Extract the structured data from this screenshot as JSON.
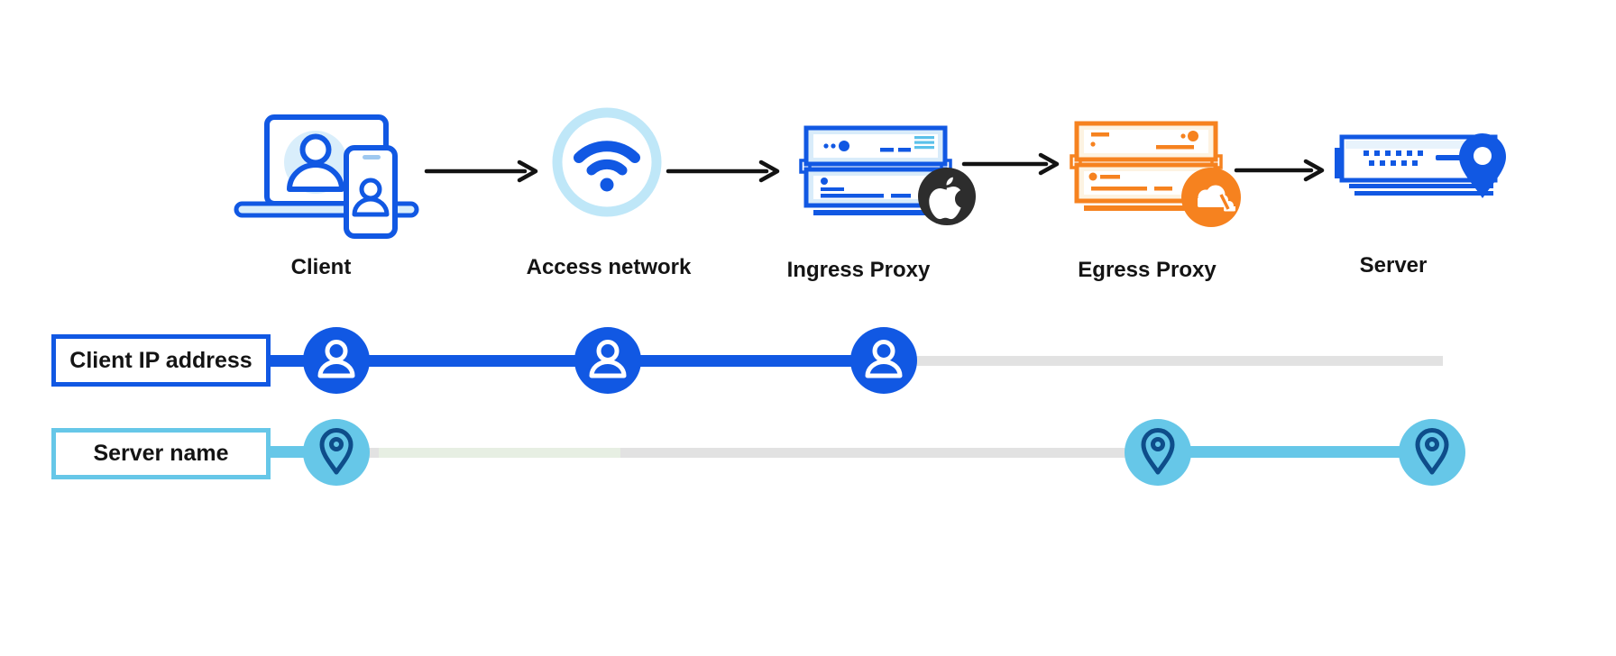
{
  "diagram": {
    "title_hint": "Request path with proxies",
    "flow_nodes": [
      {
        "label": "Client",
        "icon": "laptop-phone-user-icon"
      },
      {
        "label": "Access network",
        "icon": "wifi-icon"
      },
      {
        "label": "Ingress Proxy",
        "icon": "server-stack-blue-icon",
        "badge": "apple-logo-badge"
      },
      {
        "label": "Egress Proxy",
        "icon": "server-stack-orange-icon",
        "badge": "cloudflare-logo-badge"
      },
      {
        "label": "Server",
        "icon": "server-location-icon"
      }
    ],
    "tracks": [
      {
        "label": "Client IP address",
        "marker_icon": "user-icon",
        "color": "#1158e3",
        "known_at": [
          "Client",
          "Access network",
          "Ingress Proxy"
        ]
      },
      {
        "label": "Server name",
        "marker_icon": "location-pin-icon",
        "color": "#66c7e8",
        "known_at": [
          "Client",
          "Egress Proxy",
          "Server"
        ]
      }
    ]
  },
  "colors": {
    "primary_blue": "#1158e3",
    "pale_blue_fill": "#d9eefb",
    "wifi_ring_light_blue": "#bfe7f8",
    "cyan": "#66c7e8",
    "pin_navy": "#0e4d8a",
    "orange": "#f6821f",
    "cream_fill": "#fdf3e2",
    "apple_badge_black": "#2d2d2d",
    "track_gray": "#e2e2e2",
    "arrow_black": "#131313"
  }
}
